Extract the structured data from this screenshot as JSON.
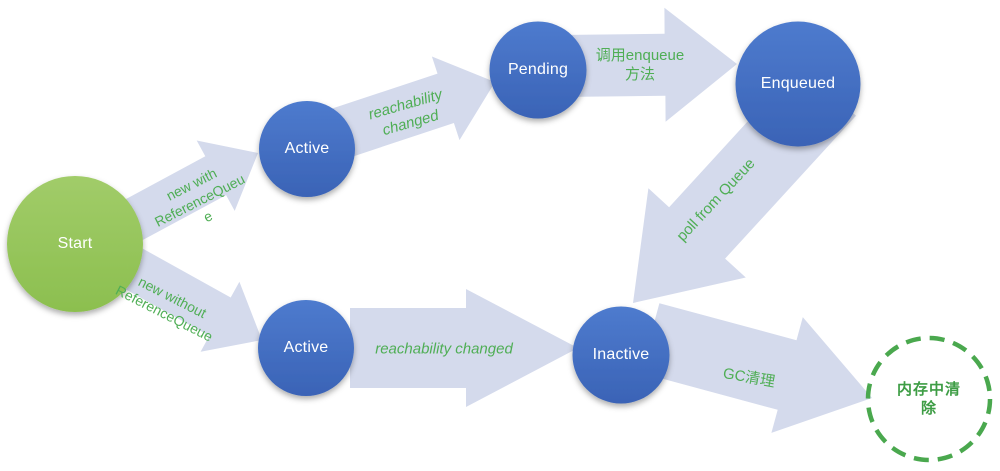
{
  "colors": {
    "node_blue_top": "#4e7bce",
    "node_blue_bottom": "#3a63b6",
    "node_green_top": "#a1cc69",
    "node_green_bottom": "#8cbf4f",
    "arrow_fill": "#d4daec",
    "edge_label_green": "#4fae55",
    "dashed_circle_green": "#4aa84e",
    "memory_label_green": "#3e9d45"
  },
  "nodes": {
    "start": {
      "label": "Start"
    },
    "active_upper": {
      "label": "Active"
    },
    "pending": {
      "label": "Pending"
    },
    "enqueued": {
      "label": "Enqueued"
    },
    "active_lower": {
      "label": "Active"
    },
    "inactive": {
      "label": "Inactive"
    },
    "cleared": {
      "label": "内存中清除"
    }
  },
  "edges": {
    "new_with": {
      "label": "new with\nReferenceQueu\ne"
    },
    "new_without": {
      "label": "new without\nReferenceQueue"
    },
    "reachability_upper": {
      "label": "reachability\nchanged"
    },
    "call_enqueue": {
      "label": "调用enqueue\n方法"
    },
    "poll_from_queue": {
      "label": "poll from Queue"
    },
    "reachability_lower": {
      "label": "reachability changed"
    },
    "gc_clean": {
      "label": "GC清理"
    }
  }
}
